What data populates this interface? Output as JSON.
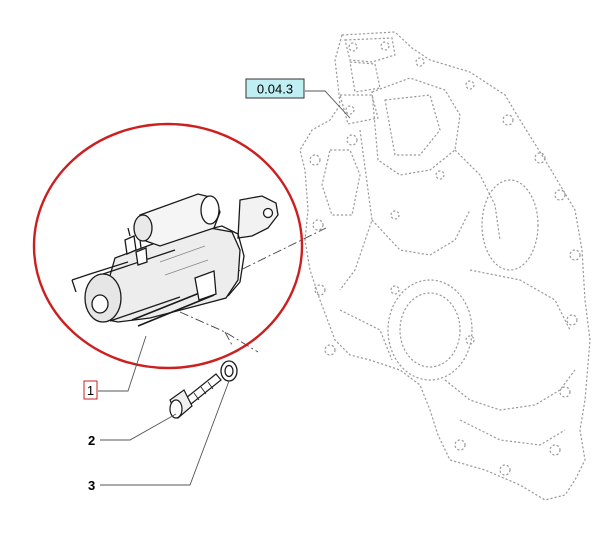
{
  "diagram": {
    "reference_tag": "0.04.3",
    "reference_tag_fill": "#bfeff2",
    "highlight_color": "#cc1f1f",
    "callouts": [
      {
        "number": "1",
        "boxed": true
      },
      {
        "number": "2",
        "boxed": false
      },
      {
        "number": "3",
        "boxed": false
      }
    ]
  }
}
